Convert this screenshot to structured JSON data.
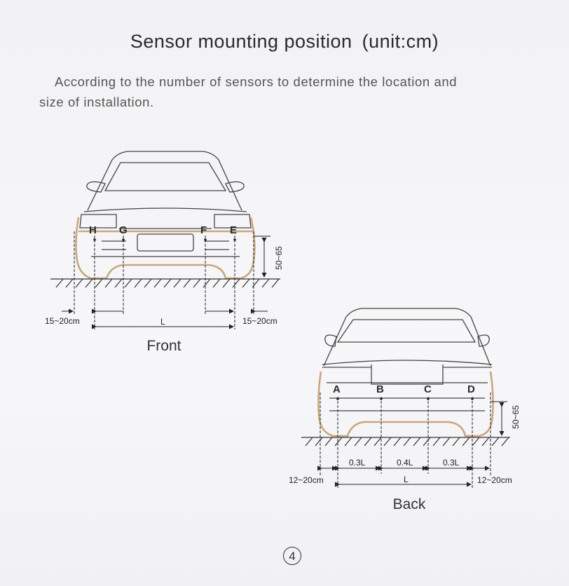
{
  "title": "Sensor mounting position",
  "unit": "(unit:cm)",
  "intro_line1": "According to the number of sensors to determine the location and",
  "intro_line2": "size of installation.",
  "front": {
    "caption": "Front",
    "labels": [
      "H",
      "G",
      "F",
      "E"
    ],
    "height_range": "50~65",
    "side_margin_left": "15~20cm",
    "side_margin_right": "15~20cm",
    "span_label": "L"
  },
  "back": {
    "caption": "Back",
    "labels": [
      "A",
      "B",
      "C",
      "D"
    ],
    "height_range": "50~65",
    "side_margin_left": "12~20cm",
    "side_margin_right": "12~20cm",
    "span_label": "L",
    "segments": [
      "0.3L",
      "0.4L",
      "0.3L"
    ]
  },
  "page_number": "4",
  "colors": {
    "car_outline": "#444444",
    "car_bumper": "#c9a77e",
    "line": "#222222"
  }
}
